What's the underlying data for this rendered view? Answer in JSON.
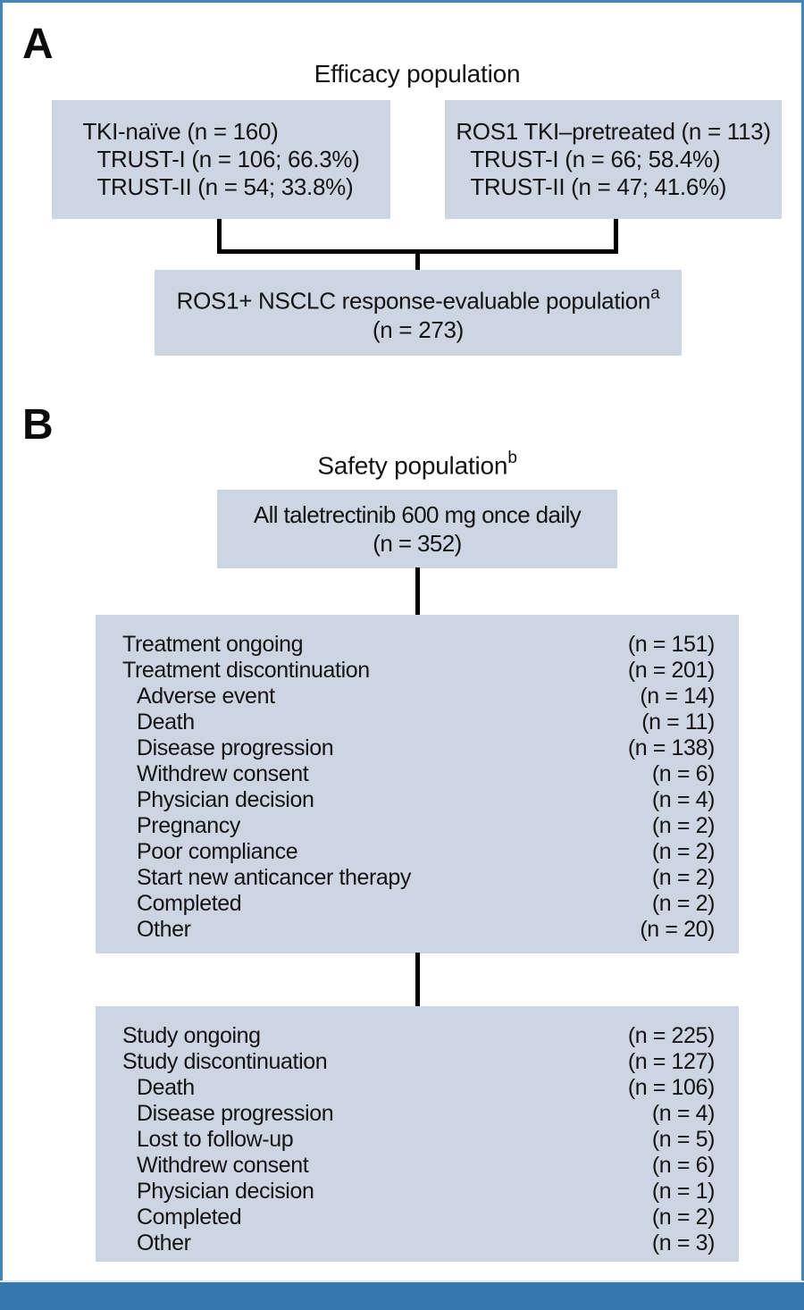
{
  "colors": {
    "box_fill": "#cdd5e2",
    "figure_border": "#4285bd",
    "bottom_bar": "#3576ac",
    "connector": "#000000"
  },
  "panel_a": {
    "label": "A",
    "title": "Efficacy population",
    "tki_naive_box": {
      "lines": [
        {
          "text": "TKI-naïve (n = 160)",
          "indent": 0
        },
        {
          "text": "TRUST-I (n = 106; 66.3%)",
          "indent": 1
        },
        {
          "text": "TRUST-II (n = 54; 33.8%)",
          "indent": 1
        }
      ]
    },
    "pretreated_box": {
      "lines": [
        {
          "text": "ROS1 TKI–pretreated (n = 113)",
          "indent": 0
        },
        {
          "text": "TRUST-I (n = 66; 58.4%)",
          "indent": 1
        },
        {
          "text": "TRUST-II (n = 47; 41.6%)",
          "indent": 1
        }
      ]
    },
    "merge_box": {
      "line1": "ROS1+ NSCLC response-evaluable population",
      "superscript": "a",
      "line2": "(n = 273)"
    }
  },
  "panel_b": {
    "label": "B",
    "title": "Safety population",
    "title_superscript": "b",
    "all_treated_box": {
      "line1": "All taletrectinib 600 mg once daily",
      "line2": "(n = 352)"
    },
    "treatment_box": {
      "rows": [
        {
          "label": "Treatment ongoing",
          "value": "(n = 151)",
          "indent": 0
        },
        {
          "label": "Treatment discontinuation",
          "value": "(n = 201)",
          "indent": 0
        },
        {
          "label": "Adverse event",
          "value": "(n = 14)",
          "indent": 1
        },
        {
          "label": "Death",
          "value": "(n = 11)",
          "indent": 1
        },
        {
          "label": "Disease progression",
          "value": "(n = 138)",
          "indent": 1
        },
        {
          "label": "Withdrew consent",
          "value": "(n = 6)",
          "indent": 1
        },
        {
          "label": "Physician decision",
          "value": "(n = 4)",
          "indent": 1
        },
        {
          "label": "Pregnancy",
          "value": "(n = 2)",
          "indent": 1
        },
        {
          "label": "Poor compliance",
          "value": "(n = 2)",
          "indent": 1
        },
        {
          "label": "Start new anticancer therapy",
          "value": "(n = 2)",
          "indent": 1
        },
        {
          "label": "Completed",
          "value": "(n = 2)",
          "indent": 1
        },
        {
          "label": "Other",
          "value": "(n = 20)",
          "indent": 1
        }
      ]
    },
    "study_box": {
      "rows": [
        {
          "label": "Study ongoing",
          "value": "(n = 225)",
          "indent": 0
        },
        {
          "label": "Study discontinuation",
          "value": "(n = 127)",
          "indent": 0
        },
        {
          "label": "Death",
          "value": "(n = 106)",
          "indent": 1
        },
        {
          "label": "Disease progression",
          "value": "(n = 4)",
          "indent": 1
        },
        {
          "label": "Lost to follow-up",
          "value": "(n = 5)",
          "indent": 1
        },
        {
          "label": "Withdrew consent",
          "value": "(n = 6)",
          "indent": 1
        },
        {
          "label": "Physician decision",
          "value": "(n = 1)",
          "indent": 1
        },
        {
          "label": "Completed",
          "value": "(n = 2)",
          "indent": 1
        },
        {
          "label": "Other",
          "value": "(n = 3)",
          "indent": 1
        }
      ]
    }
  }
}
